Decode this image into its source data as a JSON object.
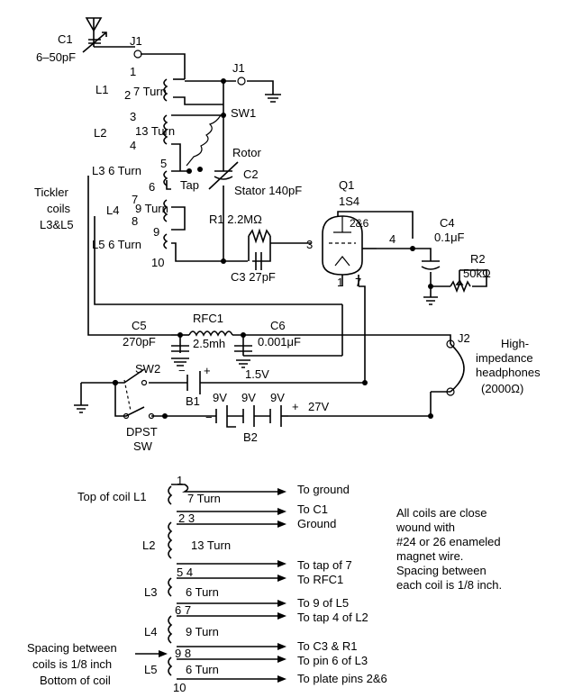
{
  "schematic": {
    "c1": {
      "name": "C1",
      "value": "6–50pF"
    },
    "j1_antenna": "J1",
    "j1_ground": "J1",
    "l1": {
      "pin1": "1",
      "pin2": "2",
      "name": "L1",
      "turns": "7 Turn"
    },
    "l2": {
      "pin3": "3",
      "pin4": "4",
      "name": "L2",
      "turns": "13 Turn"
    },
    "sw1": "SW1",
    "rotor": "Rotor",
    "c2": {
      "name": "C2",
      "stator": "Stator 140pF"
    },
    "l3": {
      "label": "L3 6 Turn",
      "pin5": "5",
      "pin6": "6"
    },
    "tap": "Tap",
    "tickler": [
      "Tickler",
      "coils",
      "L3&L5"
    ],
    "l4": {
      "pin7": "7",
      "name": "L4",
      "turns": "9 Turn",
      "pin8": "8"
    },
    "l5": {
      "label": "L5 6 Turn",
      "pin9": "9",
      "pin10": "10"
    },
    "r1": "R1 2.2MΩ",
    "c3": "C3 27pF",
    "q1": {
      "name": "Q1",
      "type": "1S4",
      "pins_top": "2&6",
      "pin3": "3",
      "pin4": "4",
      "pin1": "1",
      "pin7": "7"
    },
    "c4": {
      "name": "C4",
      "value": "0.1μF"
    },
    "r2": {
      "name": "R2",
      "value": "50kΩ"
    },
    "c5": {
      "name": "C5",
      "value": "270pF"
    },
    "rfc1": {
      "name": "RFC1",
      "value": "2.5mh"
    },
    "c6": {
      "name": "C6",
      "value": "0.001μF"
    },
    "j2": "J2",
    "headphones": [
      "High-",
      "impedance",
      "headphones",
      "(2000Ω)"
    ],
    "sw2": "SW2",
    "b1": {
      "name": "B1",
      "voltage": "1.5V"
    },
    "b2": {
      "name": "B2",
      "cells": [
        "9V",
        "9V",
        "9V"
      ],
      "total": "27V"
    },
    "dpst": [
      "DPST",
      "SW"
    ]
  },
  "coil_diagram": {
    "rows": [
      {
        "pins": "1",
        "left": "Top of coil L1",
        "turns": "7 Turn",
        "dest": "To ground"
      },
      {
        "pins": "2 3",
        "left": "",
        "turns": "",
        "dest": "To C1"
      },
      {
        "pins": "",
        "left": "L2",
        "turns": "13 Turn",
        "dest": "Ground"
      },
      {
        "pins": "5 4",
        "left": "",
        "turns": "",
        "dest": "To tap of 7"
      },
      {
        "pins": "",
        "left": "L3",
        "turns": "6 Turn",
        "dest": "To RFC1"
      },
      {
        "pins": "6 7",
        "left": "",
        "turns": "",
        "dest": "To 9 of L5"
      },
      {
        "pins": "",
        "left": "L4",
        "turns": "9 Turn",
        "dest": "To tap 4 of L2"
      },
      {
        "pins": "9 8",
        "left": "",
        "turns": "",
        "dest": "To C3 & R1"
      },
      {
        "pins": "",
        "left": "L5",
        "turns": "6 Turn",
        "dest": "To pin 6 of L3"
      },
      {
        "pins": "10",
        "left": "",
        "turns": "",
        "dest": "To plate pins 2&6"
      }
    ],
    "spacing_note": [
      "Spacing between",
      "coils is 1/8 inch",
      "Bottom of coil"
    ],
    "notes": [
      "All coils are close",
      "wound with",
      "#24 or 26 enameled",
      "magnet wire.",
      "Spacing between",
      "each coil is 1/8 inch."
    ]
  }
}
